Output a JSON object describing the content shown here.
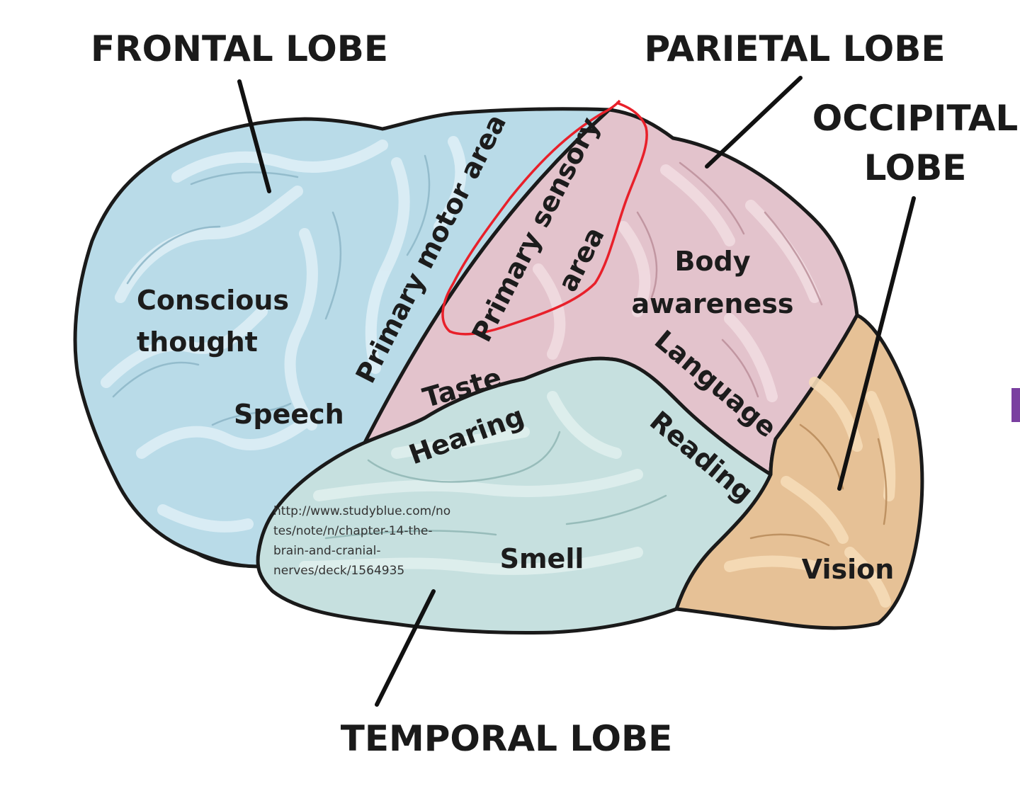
{
  "lobes": {
    "frontal": "FRONTAL LOBE",
    "parietal": "PARIETAL LOBE",
    "occipital_line1": "OCCIPITAL",
    "occipital_line2": "LOBE",
    "temporal": "TEMPORAL LOBE"
  },
  "areas": {
    "conscious_line1": "Conscious",
    "conscious_line2": "thought",
    "speech": "Speech",
    "primary_motor": "Primary motor area",
    "primary_sensory_line1": "Primary sensory",
    "primary_sensory_line2": "area",
    "body_line1": "Body",
    "body_line2": "awareness",
    "taste": "Taste",
    "hearing": "Hearing",
    "language": "Language",
    "reading": "Reading",
    "smell": "Smell",
    "vision": "Vision"
  },
  "source": {
    "line1": "http://www.studyblue.com/no",
    "line2": "tes/note/n/chapter-14-the-",
    "line3": "brain-and-cranial-",
    "line4": "nerves/deck/1564935"
  },
  "colors": {
    "frontal": "#b9dbe8",
    "parietal": "#e3c3cc",
    "temporal": "#c6e0df",
    "occipital": "#e6c196",
    "outline": "#1a1a1a",
    "highlight": "#e8202a",
    "edge_glyph": "#7a3fa0"
  }
}
